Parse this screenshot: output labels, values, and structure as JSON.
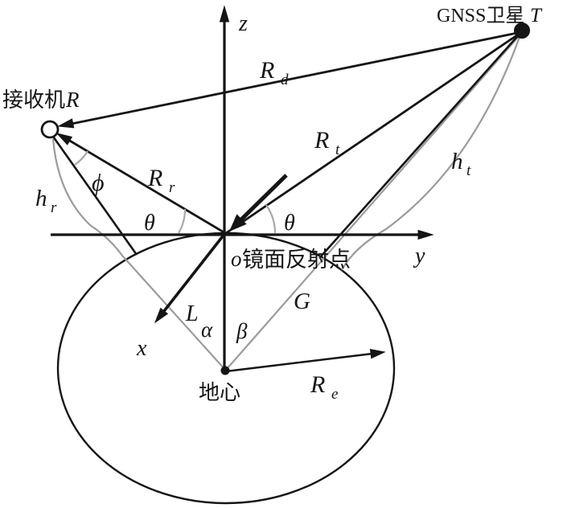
{
  "diagram": {
    "satellite": {
      "prefix": "GNSS卫星",
      "var": "T"
    },
    "receiver": {
      "prefix": "接收机",
      "var": "R"
    },
    "origin": {
      "var": "o",
      "label": "镜面反射点"
    },
    "earth_center": {
      "label": "地心"
    },
    "axes": {
      "x": "x",
      "y": "y",
      "z": "z"
    },
    "segments": {
      "Rd": {
        "main": "R",
        "sub": "d"
      },
      "Rt": {
        "main": "R",
        "sub": "t"
      },
      "Rr": {
        "main": "R",
        "sub": "r"
      },
      "ht": {
        "main": "h",
        "sub": "t"
      },
      "hr": {
        "main": "h",
        "sub": "r"
      },
      "Re": {
        "main": "R",
        "sub": "e"
      },
      "L": "L",
      "G": "G"
    },
    "angles": {
      "phi": "ϕ",
      "theta_left": "θ",
      "theta_right": "θ",
      "alpha": "α",
      "beta": "β"
    },
    "colors": {
      "ink": "#151515",
      "gray": "#9b9b9b",
      "arc": "#a8a8a8",
      "background": "#ffffff"
    }
  }
}
